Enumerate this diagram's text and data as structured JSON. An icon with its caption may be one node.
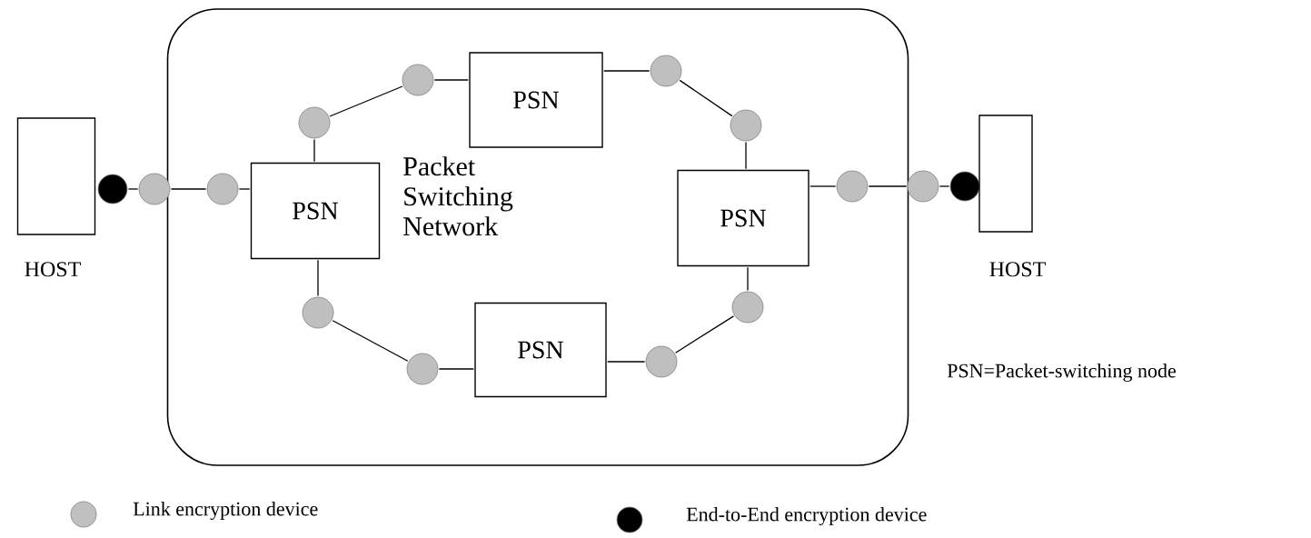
{
  "diagram": {
    "nodes": [
      {
        "text": [
          "Packet Switching Network"
        ]
      },
      {
        "text": [
          "HOST"
        ]
      },
      {
        "text": [],
        "shape": "circle"
      },
      {
        "text": [],
        "shape": "circle"
      },
      {
        "text": [],
        "shape": "circle",
        "in": 0
      },
      {
        "text": [
          "PSN"
        ],
        "in": 0
      },
      {
        "text": [],
        "shape": "circle",
        "in": 0
      },
      {
        "text": [],
        "shape": "circle",
        "in": 0
      },
      {
        "text": [
          "PSN"
        ],
        "in": 0
      },
      {
        "text": [],
        "shape": "circle",
        "in": 0
      },
      {
        "text": [],
        "shape": "circle",
        "in": 0
      },
      {
        "text": [
          "PSN"
        ],
        "in": 0
      },
      {
        "text": [],
        "shape": "circle",
        "in": 0
      },
      {
        "text": [],
        "shape": "circle"
      },
      {
        "text": [],
        "shape": "circle"
      },
      {
        "text": [
          "HOST"
        ]
      },
      {
        "text": [],
        "shape": "circle",
        "in": 0
      },
      {
        "text": [],
        "shape": "circle",
        "in": 0
      },
      {
        "text": [
          "PSN"
        ],
        "in": 0
      },
      {
        "text": [],
        "shape": "circle",
        "in": 0
      },
      {
        "text": [],
        "shape": "circle",
        "in": 0
      }
    ],
    "edges": [
      {
        "from": 2,
        "to": 3,
        "arrow": "none"
      },
      {
        "from": 3,
        "to": 4,
        "arrow": "none"
      },
      {
        "from": 4,
        "to": 5,
        "arrow": "none"
      },
      {
        "from": 5,
        "to": 6,
        "arrow": "none"
      },
      {
        "from": 6,
        "to": 7,
        "arrow": "none"
      },
      {
        "from": 7,
        "to": 8,
        "arrow": "none"
      },
      {
        "from": 8,
        "to": 9,
        "arrow": "none"
      },
      {
        "from": 9,
        "to": 10,
        "arrow": "none"
      },
      {
        "from": 10,
        "to": 11,
        "arrow": "none"
      },
      {
        "from": 11,
        "to": 12,
        "arrow": "none"
      },
      {
        "from": 12,
        "to": 13,
        "arrow": "none"
      },
      {
        "from": 13,
        "to": 14,
        "arrow": "none"
      },
      {
        "from": 5,
        "to": 16,
        "arrow": "none"
      },
      {
        "from": 16,
        "to": 17,
        "arrow": "none"
      },
      {
        "from": 17,
        "to": 18,
        "arrow": "none"
      },
      {
        "from": 18,
        "to": 19,
        "arrow": "none"
      },
      {
        "from": 19,
        "to": 20,
        "arrow": "none"
      },
      {
        "from": 20,
        "to": 11,
        "arrow": "none"
      }
    ],
    "labels": [
      "PSN=Packet-switching node"
    ],
    "legend": [
      {
        "text": "Link encryption device",
        "color": "#c0c0c0"
      },
      {
        "text": "End-to-End encryption device",
        "color": "#000000"
      }
    ]
  }
}
